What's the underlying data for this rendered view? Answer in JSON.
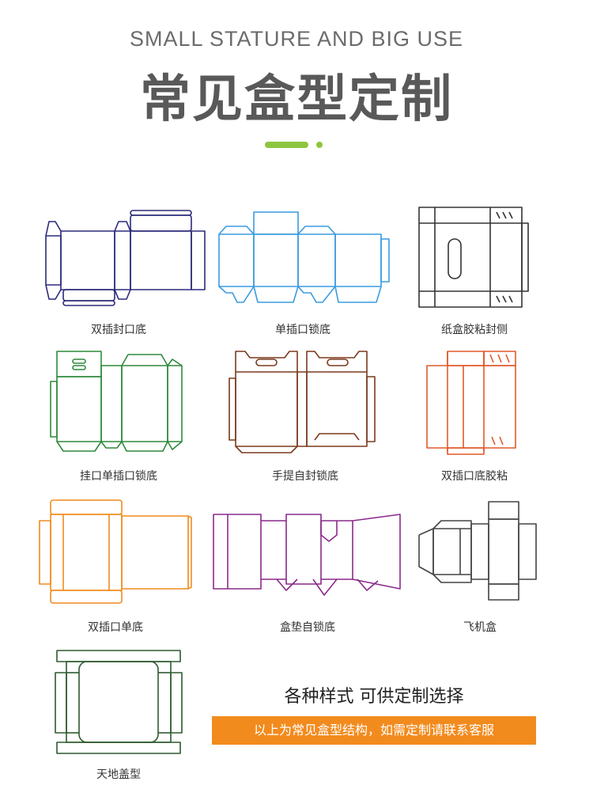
{
  "header": {
    "subtitle": "SMALL STATURE AND BIG USE",
    "title": "常见盒型定制"
  },
  "accent_color": "#8cc63f",
  "boxes": [
    {
      "label": "双插封口底",
      "color": "#2b2a7a"
    },
    {
      "label": "单插口锁底",
      "color": "#3a9be0"
    },
    {
      "label": "纸盒胶粘封侧",
      "color": "#333333"
    },
    {
      "label": "挂口单插口锁底",
      "color": "#2f8a3c"
    },
    {
      "label": "手提自封锁底",
      "color": "#7a3a1e"
    },
    {
      "label": "双插口底胶粘",
      "color": "#e05a2a"
    },
    {
      "label": "双插口单底",
      "color": "#f28b1e"
    },
    {
      "label": "盒垫自锁底",
      "color": "#8a2a8a"
    },
    {
      "label": "飞机盒",
      "color": "#444444"
    },
    {
      "label": "天地盖型",
      "color": "#2f5a2f"
    }
  ],
  "footer": {
    "tagline": "各种样式 可供定制选择",
    "banner": "以上为常见盒型结构，如需定制请联系客服",
    "banner_color": "#f28b1e"
  }
}
